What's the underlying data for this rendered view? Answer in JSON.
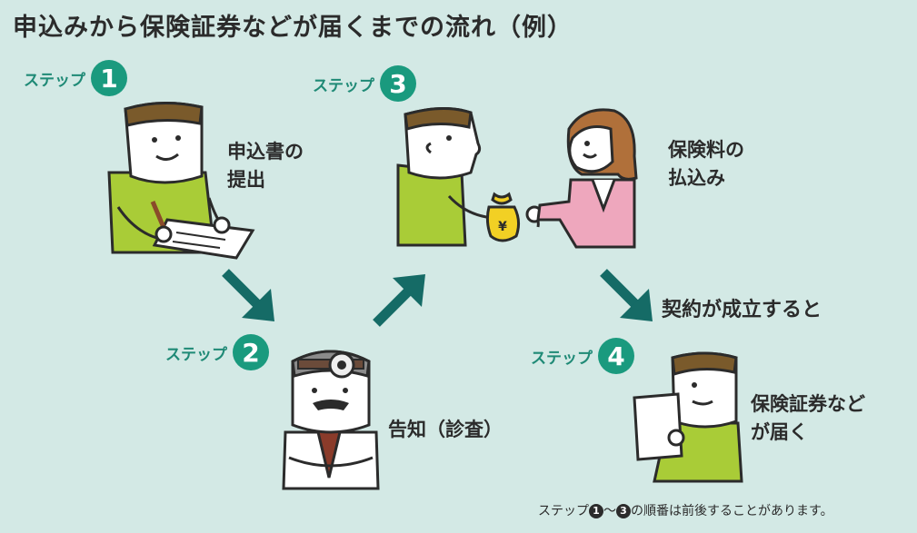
{
  "title": "申込みから保険証券などが届くまでの流れ（例）",
  "step_label": "ステップ",
  "steps": [
    {
      "number": "1",
      "caption_line1": "申込書の",
      "caption_line2": "提出"
    },
    {
      "number": "2",
      "caption_line1": "告知（診査）"
    },
    {
      "number": "3",
      "caption_line1": "保険料の",
      "caption_line2": "払込み"
    },
    {
      "number": "4",
      "caption_line1": "保険証券など",
      "caption_line2": "が届く"
    }
  ],
  "contract_text": "契約が成立すると",
  "yen_symbol": "¥",
  "footnote": {
    "prefix": "ステップ",
    "from": "1",
    "tilde": "〜",
    "to": "3",
    "suffix": "の順番は前後することがあります。"
  },
  "colors": {
    "background": "#d3e9e5",
    "accent": "#1a9a7e",
    "arrow": "#156b66",
    "shirt_green": "#a9cc37",
    "pink": "#eea7bd",
    "money_bag": "#f2d024"
  }
}
